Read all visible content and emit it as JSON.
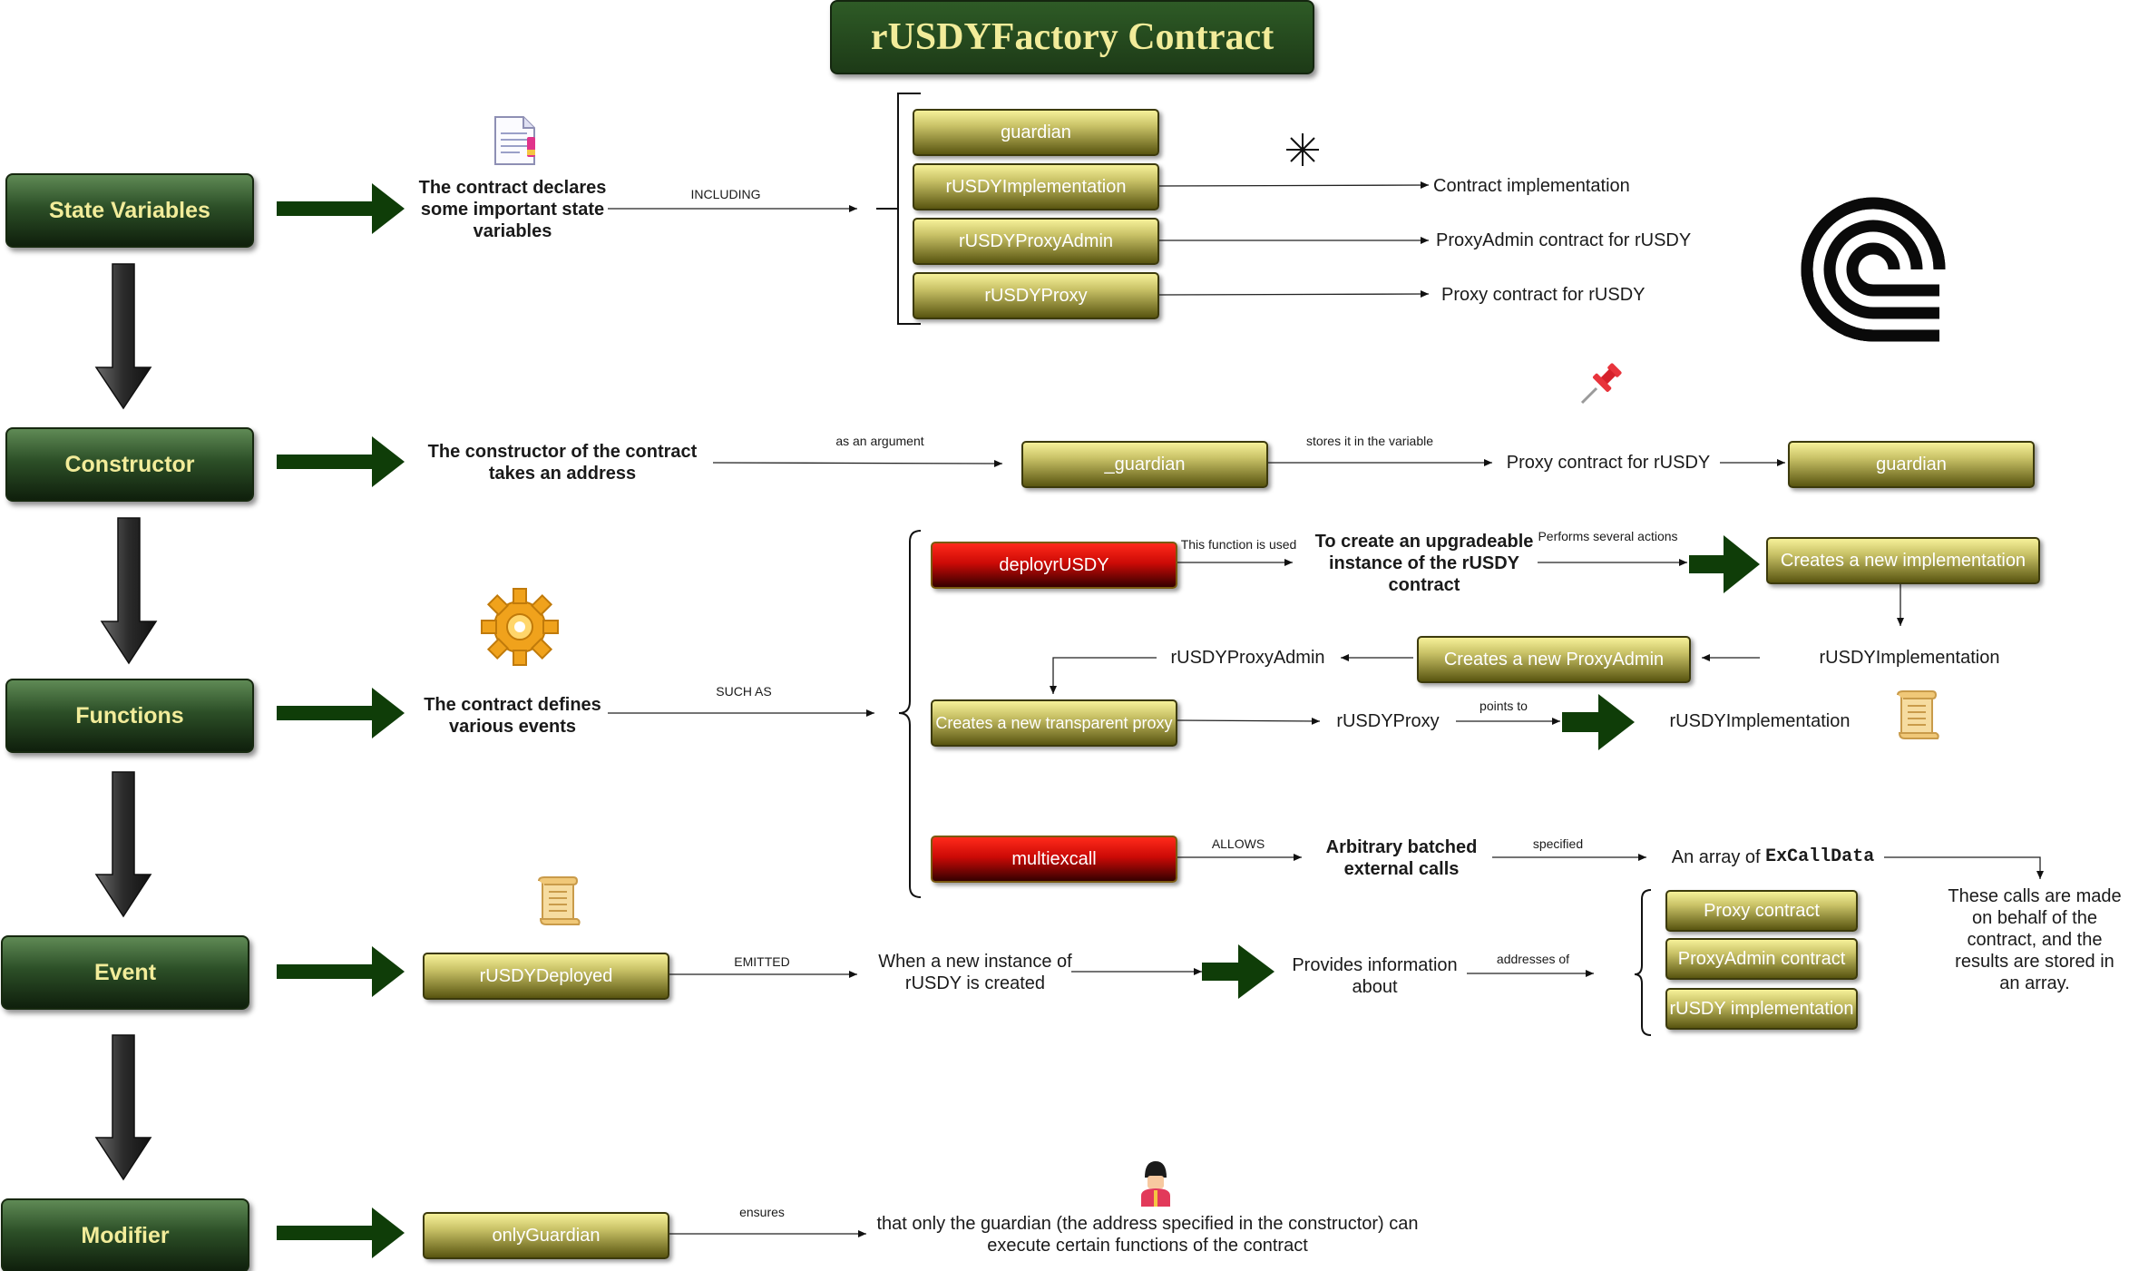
{
  "title": "rUSDYFactory Contract",
  "sections": {
    "state_variables": "State Variables",
    "constructor": "Constructor",
    "functions": "Functions",
    "event": "Event",
    "modifier": "Modifier"
  },
  "state": {
    "desc": "The contract declares some important state variables",
    "edge_label": "INCLUDING",
    "vars": [
      "guardian",
      "rUSDYImplementation",
      "rUSDYProxyAdmin",
      "rUSDYProxy"
    ],
    "targets": [
      "Contract implementation",
      "ProxyAdmin contract for rUSDY",
      "Proxy contract for rUSDY"
    ]
  },
  "ctor": {
    "desc": "The constructor of the contract takes an address",
    "edge_arg": "as an argument",
    "param": "_guardian",
    "edge_store": "stores it in the variable",
    "middle": "Proxy contract for rUSDY",
    "var": "guardian"
  },
  "functions": {
    "desc": "The contract defines various events",
    "edge_label": "SUCH AS",
    "deploy": "deployrUSDY",
    "deploy_edge": "This function is used",
    "deploy_purpose": "To create an upgradeable instance of the rUSDY contract",
    "actions_edge": "Performs several actions",
    "new_impl": "Creates a new implementation",
    "impl_var": "rUSDYImplementation",
    "new_proxyadmin": "Creates a new ProxyAdmin",
    "proxyadmin_var": "rUSDYProxyAdmin",
    "new_proxy": "Creates a new transparent proxy",
    "proxy_var": "rUSDYProxy",
    "points_to": "points to",
    "points_target": "rUSDYImplementation",
    "multi": "multiexcall",
    "multi_edge": "ALLOWS",
    "multi_purpose": "Arbitrary batched external calls",
    "specified": "specified",
    "array_prefix": "An array of",
    "array_type": "ExCallData",
    "calls_note": "These calls are made on behalf of the contract, and the results are stored in an array."
  },
  "event": {
    "name": "rUSDYDeployed",
    "edge_label": "EMITTED",
    "when": "When a new instance of rUSDY is created",
    "provides": "Provides information about",
    "addresses_edge": "addresses of",
    "items": [
      "Proxy contract",
      "ProxyAdmin contract",
      "rUSDY implementation"
    ]
  },
  "modifier": {
    "name": "onlyGuardian",
    "edge_label": "ensures",
    "desc": "that only the guardian (the address specified in the constructor) can execute certain functions of the contract"
  },
  "icons": [
    "document-icon",
    "asterisk-icon",
    "logo-icon",
    "pushpin-icon",
    "gear-icon",
    "scroll-icon",
    "guard-icon"
  ],
  "colors": {
    "section_green": "#2c4f27",
    "title_text": "#f2ec9a",
    "gold_box": "#c9c267",
    "red_box": "#cc0a06",
    "arrow_green": "#0f3d08"
  }
}
